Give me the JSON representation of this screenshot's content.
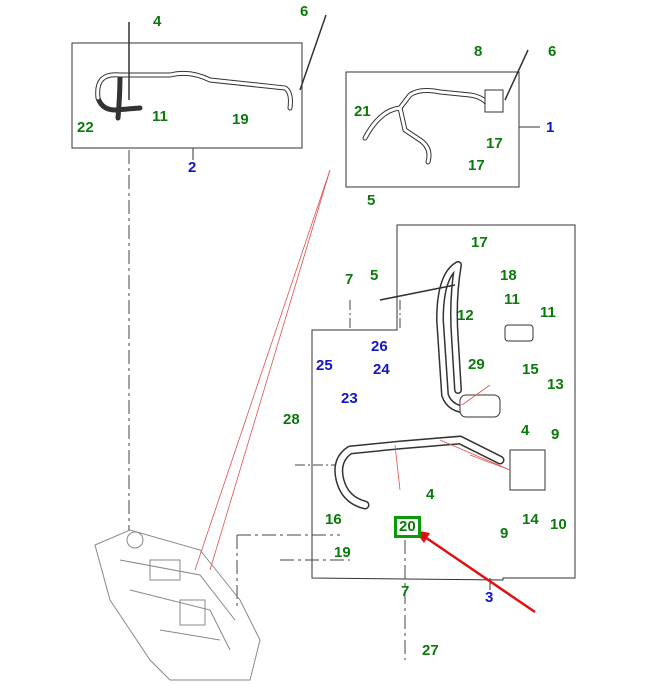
{
  "diagram": {
    "title": "Air conditioning refrigerant pipes and hoses - exploded parts diagram",
    "highlighted_callout": "20",
    "colors": {
      "part_number_label": "#0a7a0a",
      "assembly_label": "#1414c8",
      "highlight_box": "#0a9a0a",
      "arrow": "#e01010",
      "leader_line": "#e05050",
      "line_art": "#222222"
    },
    "assemblies": [
      {
        "id": "1",
        "label": "1"
      },
      {
        "id": "2",
        "label": "2"
      },
      {
        "id": "3",
        "label": "3"
      }
    ],
    "labels": [
      {
        "id": "4a",
        "text": "4",
        "color": "green"
      },
      {
        "id": "6a",
        "text": "6",
        "color": "green"
      },
      {
        "id": "8",
        "text": "8",
        "color": "green"
      },
      {
        "id": "6b",
        "text": "6",
        "color": "green"
      },
      {
        "id": "11a",
        "text": "11",
        "color": "green"
      },
      {
        "id": "22",
        "text": "22",
        "color": "green"
      },
      {
        "id": "19a",
        "text": "19",
        "color": "green"
      },
      {
        "id": "21",
        "text": "21",
        "color": "green"
      },
      {
        "id": "17a",
        "text": "17",
        "color": "green"
      },
      {
        "id": "17b",
        "text": "17",
        "color": "green"
      },
      {
        "id": "5a",
        "text": "5",
        "color": "green"
      },
      {
        "id": "17c",
        "text": "17",
        "color": "green"
      },
      {
        "id": "18",
        "text": "18",
        "color": "green"
      },
      {
        "id": "7a",
        "text": "7",
        "color": "green"
      },
      {
        "id": "5b",
        "text": "5",
        "color": "green"
      },
      {
        "id": "11b",
        "text": "11",
        "color": "green"
      },
      {
        "id": "12",
        "text": "12",
        "color": "green"
      },
      {
        "id": "11c",
        "text": "11",
        "color": "green"
      },
      {
        "id": "26",
        "text": "26",
        "color": "blue"
      },
      {
        "id": "29",
        "text": "29",
        "color": "green"
      },
      {
        "id": "15",
        "text": "15",
        "color": "green"
      },
      {
        "id": "25",
        "text": "25",
        "color": "blue"
      },
      {
        "id": "24",
        "text": "24",
        "color": "blue"
      },
      {
        "id": "13",
        "text": "13",
        "color": "green"
      },
      {
        "id": "23",
        "text": "23",
        "color": "blue"
      },
      {
        "id": "4b",
        "text": "4",
        "color": "green"
      },
      {
        "id": "28",
        "text": "28",
        "color": "green"
      },
      {
        "id": "9a",
        "text": "9",
        "color": "green"
      },
      {
        "id": "4c",
        "text": "4",
        "color": "green"
      },
      {
        "id": "16",
        "text": "16",
        "color": "green"
      },
      {
        "id": "14",
        "text": "14",
        "color": "green"
      },
      {
        "id": "10",
        "text": "10",
        "color": "green"
      },
      {
        "id": "9b",
        "text": "9",
        "color": "green"
      },
      {
        "id": "19b",
        "text": "19",
        "color": "green"
      },
      {
        "id": "7b",
        "text": "7",
        "color": "green"
      },
      {
        "id": "27",
        "text": "27",
        "color": "green"
      }
    ]
  }
}
